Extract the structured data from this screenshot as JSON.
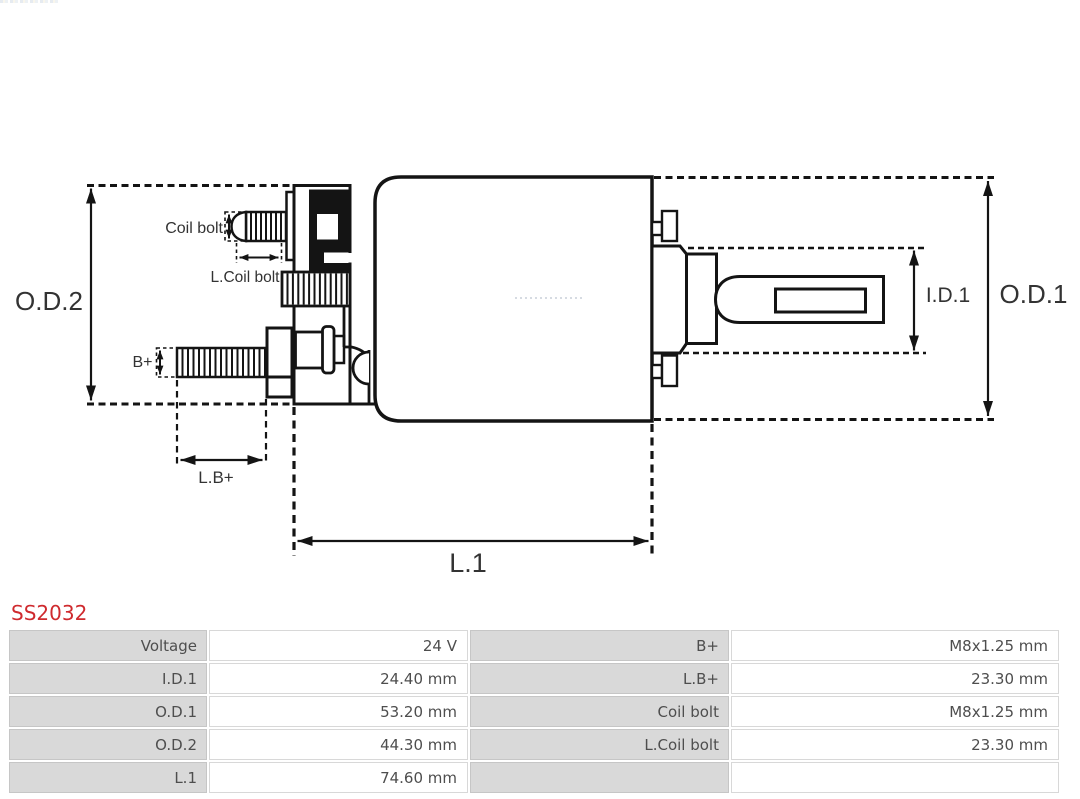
{
  "part_number": "SS2032",
  "diagram": {
    "od2": "O.D.2",
    "od1": "O.D.1",
    "id1": "I.D.1",
    "l1": "L.1",
    "coil_bolt": "Coil bolt",
    "l_coil_bolt": "L.Coil bolt",
    "b_plus": "B+",
    "l_b_plus": "L.B+"
  },
  "table": {
    "rows": [
      [
        "Voltage",
        "24 V",
        "B+",
        "M8x1.25 mm"
      ],
      [
        "I.D.1",
        "24.40 mm",
        "L.B+",
        "23.30 mm"
      ],
      [
        "O.D.1",
        "53.20 mm",
        "Coil bolt",
        "M8x1.25 mm"
      ],
      [
        "O.D.2",
        "44.30 mm",
        "L.Coil bolt",
        "23.30 mm"
      ],
      [
        "L.1",
        "74.60 mm",
        "",
        ""
      ]
    ]
  },
  "colors": {
    "accent_red": "#cf2a2e",
    "line": "#141414",
    "label_text": "#333333",
    "table_label_bg": "#d9d9d9",
    "table_text": "#4e4e4e"
  }
}
